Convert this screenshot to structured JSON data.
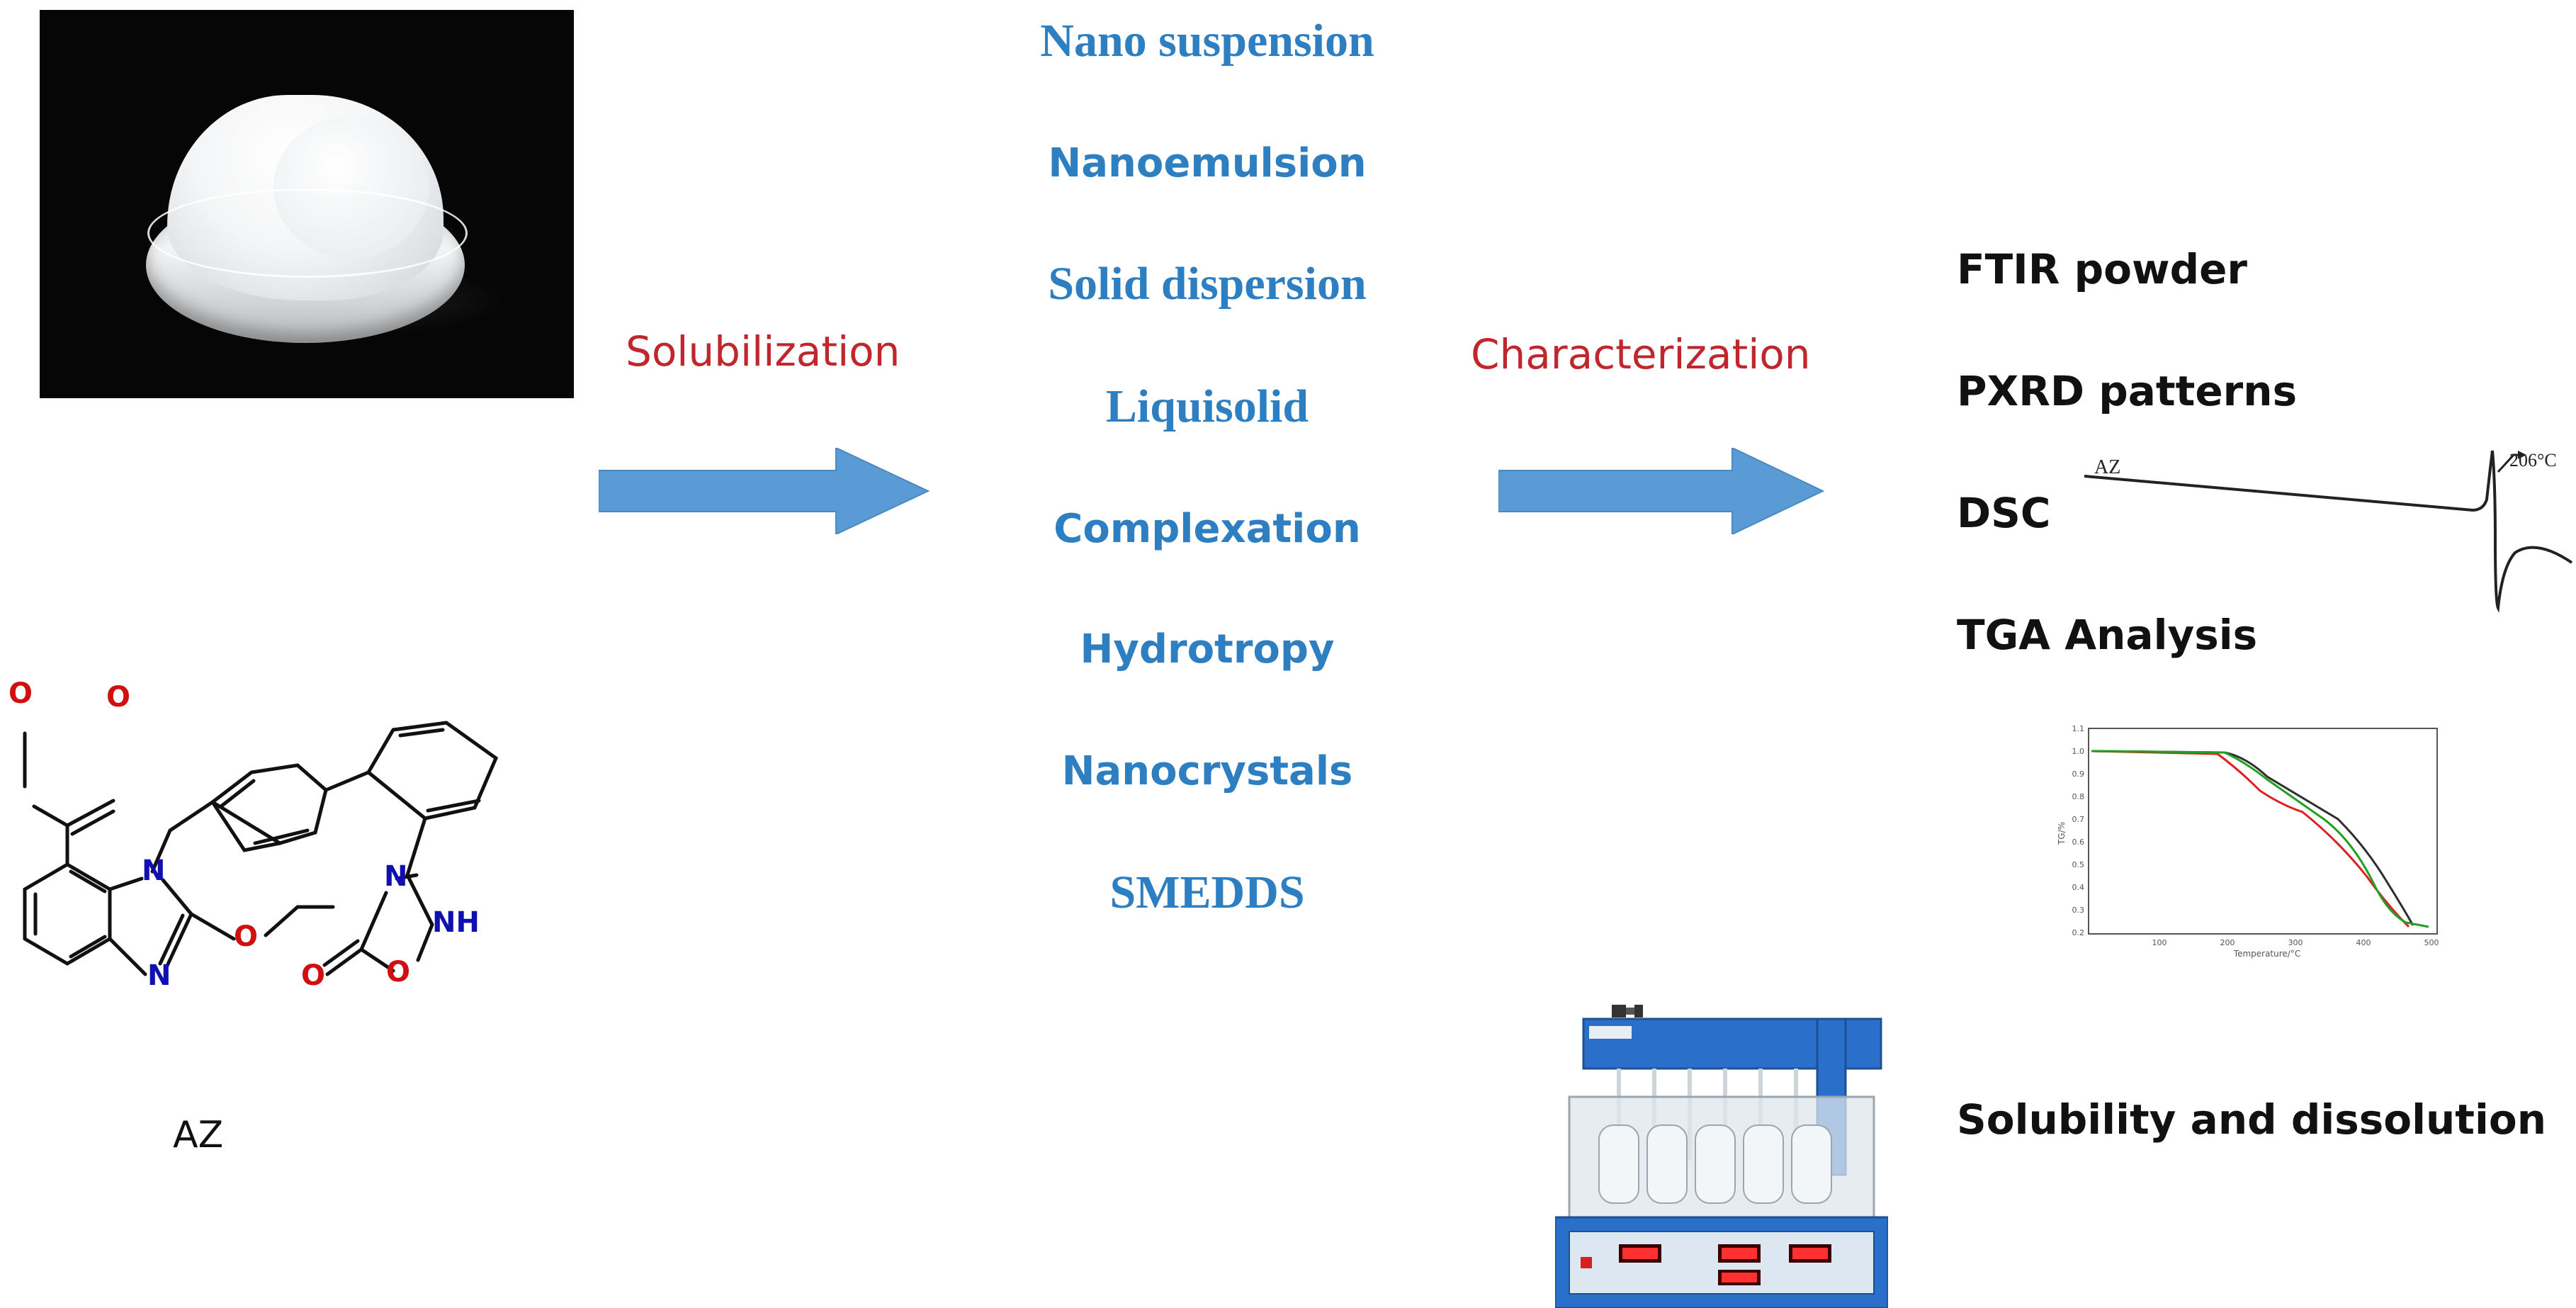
{
  "arrows": {
    "solubilization_label": "Solubilization",
    "characterization_label": "Characterization"
  },
  "compound": {
    "label": "AZ",
    "atoms": {
      "o": "O",
      "n": "N",
      "nh": "NH"
    }
  },
  "methods": [
    "Nano suspension",
    "Nanoemulsion",
    "Solid dispersion",
    "Liquisolid",
    "Complexation",
    "Hydrotropy",
    "Nanocrystals",
    "SMEDDS"
  ],
  "characterization": [
    "FTIR powder",
    "PXRD patterns",
    "DSC",
    "TGA Analysis",
    "Solubility and dissolution"
  ],
  "dsc_plot": {
    "sample_label": "AZ",
    "peak_label": "206°C"
  },
  "tga_plot": {
    "ylabel": "TG/%",
    "xlabel": "Temperature/°C",
    "x_ticks": [
      "100",
      "200",
      "300",
      "400",
      "500"
    ],
    "y_ticks": [
      "1.1",
      "1.0",
      "0.9",
      "0.8",
      "0.7",
      "0.6",
      "0.5",
      "0.4",
      "0.3",
      "0.2"
    ],
    "series_colors": [
      "#2e2e2e",
      "#e02020",
      "#20a020"
    ]
  },
  "colors": {
    "arrow": "#5b9bd5",
    "method_text": "#2e7fc1",
    "arrow_label": "#c0272d",
    "oxygen": "#d01010",
    "nitrogen": "#1010b0"
  }
}
